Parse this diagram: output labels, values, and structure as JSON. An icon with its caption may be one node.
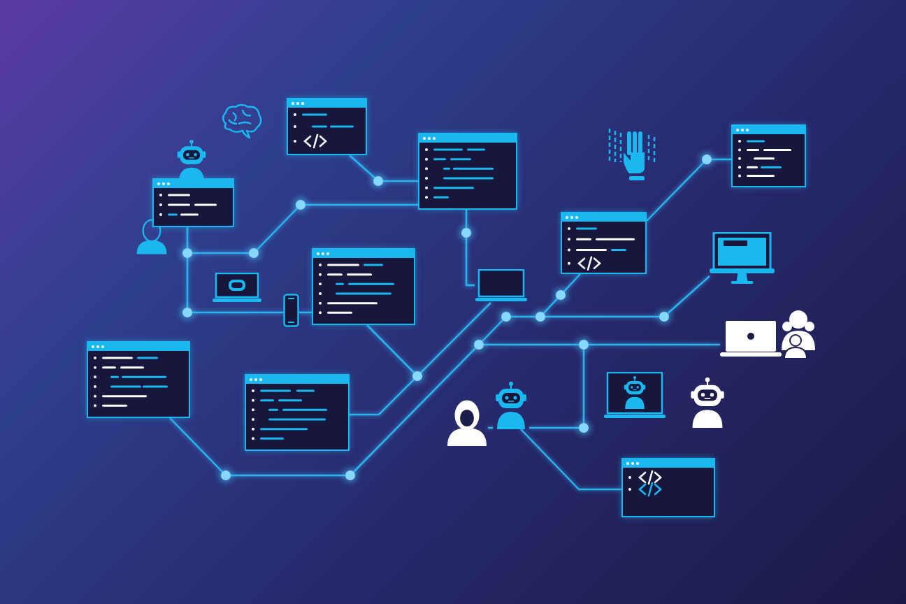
{
  "diagram": {
    "nodes": [
      {
        "text": [],
        "shape": "box"
      },
      {
        "text": [],
        "shape": "box"
      },
      {
        "text": [],
        "shape": "box"
      },
      {
        "text": [],
        "shape": "box"
      },
      {
        "text": [],
        "shape": "box"
      },
      {
        "text": [],
        "shape": "picture"
      },
      {
        "text": [],
        "shape": "box"
      },
      {
        "text": [],
        "shape": "laptop"
      },
      {
        "text": [],
        "shape": "picture"
      },
      {
        "text": [],
        "shape": "box"
      },
      {
        "text": [],
        "shape": "picture"
      },
      {
        "text": [],
        "shape": "box"
      },
      {
        "text": [],
        "shape": "picture"
      },
      {
        "text": [],
        "shape": "picture"
      },
      {
        "text": [],
        "shape": "box"
      },
      {
        "text": [],
        "shape": "circle"
      },
      {
        "text": [],
        "shape": "circle"
      },
      {
        "text": [],
        "shape": "circle"
      },
      {
        "text": [],
        "shape": "circle"
      },
      {
        "text": [],
        "shape": "circle"
      },
      {
        "text": [],
        "shape": "circle"
      },
      {
        "text": [],
        "shape": "circle"
      },
      {
        "text": [],
        "shape": "circle"
      },
      {
        "text": [],
        "shape": "circle"
      },
      {
        "text": [],
        "shape": "circle"
      },
      {
        "text": [],
        "shape": "circle"
      },
      {
        "text": [],
        "shape": "circle"
      },
      {
        "text": [],
        "shape": "circle"
      },
      {
        "text": [],
        "shape": "circle"
      },
      {
        "text": [],
        "shape": "circle"
      },
      {
        "text": [],
        "shape": "circle"
      },
      {
        "text": [],
        "shape": "circle"
      }
    ],
    "edges": [
      {
        "from": 0,
        "to": 15,
        "arrow": "none"
      },
      {
        "from": 15,
        "to": 1,
        "arrow": "none"
      },
      {
        "from": 1,
        "to": 16,
        "arrow": "none"
      },
      {
        "from": 16,
        "to": 19,
        "arrow": "none"
      },
      {
        "from": 19,
        "to": 20,
        "arrow": "none"
      },
      {
        "from": 3,
        "to": 20,
        "arrow": "none"
      },
      {
        "from": 20,
        "to": 22,
        "arrow": "none"
      },
      {
        "from": 22,
        "to": 8,
        "arrow": "none"
      },
      {
        "from": 8,
        "to": 6,
        "arrow": "none"
      },
      {
        "from": 1,
        "to": 18,
        "arrow": "none"
      },
      {
        "from": 18,
        "to": 7,
        "arrow": "none"
      },
      {
        "from": 6,
        "to": 28,
        "arrow": "none"
      },
      {
        "from": 7,
        "to": 28,
        "arrow": "none"
      },
      {
        "from": 28,
        "to": 11,
        "arrow": "none"
      },
      {
        "from": 9,
        "to": 30,
        "arrow": "none"
      },
      {
        "from": 30,
        "to": 31,
        "arrow": "none"
      },
      {
        "from": 31,
        "to": 26,
        "arrow": "none"
      },
      {
        "from": 26,
        "to": 23,
        "arrow": "none"
      },
      {
        "from": 23,
        "to": 24,
        "arrow": "none"
      },
      {
        "from": 24,
        "to": 21,
        "arrow": "none"
      },
      {
        "from": 21,
        "to": 4,
        "arrow": "none"
      },
      {
        "from": 24,
        "to": 25,
        "arrow": "none"
      },
      {
        "from": 25,
        "to": 5,
        "arrow": "none"
      },
      {
        "from": 26,
        "to": 27,
        "arrow": "none"
      },
      {
        "from": 27,
        "to": 10,
        "arrow": "none"
      },
      {
        "from": 27,
        "to": 29,
        "arrow": "none"
      },
      {
        "from": 29,
        "to": 12,
        "arrow": "none"
      },
      {
        "from": 12,
        "to": 13,
        "arrow": "none"
      },
      {
        "from": 12,
        "to": 14,
        "arrow": "none"
      },
      {
        "from": 4,
        "to": 17,
        "arrow": "none"
      },
      {
        "from": 17,
        "to": 2,
        "arrow": "none"
      }
    ]
  }
}
